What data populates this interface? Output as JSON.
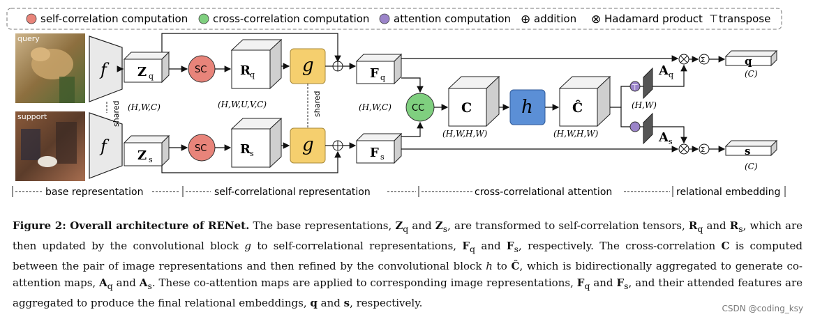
{
  "legend": {
    "self_corr": "self-correlation computation",
    "cross_corr": "cross-correlation computation",
    "attention": "attention computation",
    "addition": "addition",
    "hadamard": "Hadamard product",
    "transpose": "transpose",
    "addition_symbol": "⊕",
    "hadamard_symbol": "⊗",
    "transpose_symbol": "⊤"
  },
  "colors": {
    "self_corr": "#e8847a",
    "cross_corr": "#7fcf7f",
    "attention": "#9b84c9",
    "g_block": "#f5cf6e",
    "h_block": "#5b8fd6"
  },
  "images": {
    "query": "query",
    "support": "support"
  },
  "labels": {
    "f": "f",
    "shared": "shared",
    "Zq": "Z",
    "Zq_sub": "q",
    "Zs": "Z",
    "Zs_sub": "s",
    "sc": "SC",
    "Rq": "R",
    "Rq_sub": "q",
    "Rs": "R",
    "Rs_sub": "s",
    "g": "g",
    "Fq": "F",
    "Fq_sub": "q",
    "Fs": "F",
    "Fs_sub": "s",
    "cc": "CC",
    "C": "C",
    "h": "h",
    "Chat": "Ĉ",
    "Aq": "A",
    "Aq_sub": "q",
    "As": "A",
    "As_sub": "s",
    "T": "⊤",
    "sigma": "Σ",
    "q": "q",
    "s": "s",
    "dim_HWC": "(H,W,C)",
    "dim_HWUVC": "(H,W,U,V,C)",
    "dim_HWHW": "(H,W,H,W)",
    "dim_HW": "(H,W)",
    "dim_C": "(C)"
  },
  "stages": {
    "base": "base representation",
    "self": "self-correlational representation",
    "cross": "cross-correlational attention",
    "rel": "relational embedding"
  },
  "caption": {
    "lead": "Figure 2: Overall architecture of RENet.",
    "t1": " The base representations, ",
    "Zq": "Z",
    "q": "q",
    "t2": " and ",
    "Zs": "Z",
    "s": "s",
    "t3": ", are transformed to self-correlation tensors, ",
    "Rq": "R",
    "t4": " and ",
    "Rs": "R",
    "t5": ", which are then updated by the convolutional block ",
    "g": "g",
    "t6": " to self-correlational representations, ",
    "Fq": "F",
    "t7": " and ",
    "Fs": "F",
    "t8": ", respectively. The cross-correlation ",
    "C": "C",
    "t9": " is computed between the pair of image representations and then refined by the convolutional block ",
    "h": "h",
    "t10": " to ",
    "Chat": "Ĉ",
    "t11": ", which is bidirectionally aggregated to generate co-attention maps, ",
    "Aq": "A",
    "t12": " and ",
    "As": "A",
    "t13": ". These co-attention maps are applied to corresponding image representations, ",
    "Fq2": "F",
    "t14": " and ",
    "Fs2": "F",
    "t15": ", and their attended features are aggregated to produce the final relational embeddings, ",
    "qv": "q",
    "t16": " and ",
    "sv": "s",
    "t17": ", respectively."
  },
  "watermark": "CSDN @coding_ksy"
}
